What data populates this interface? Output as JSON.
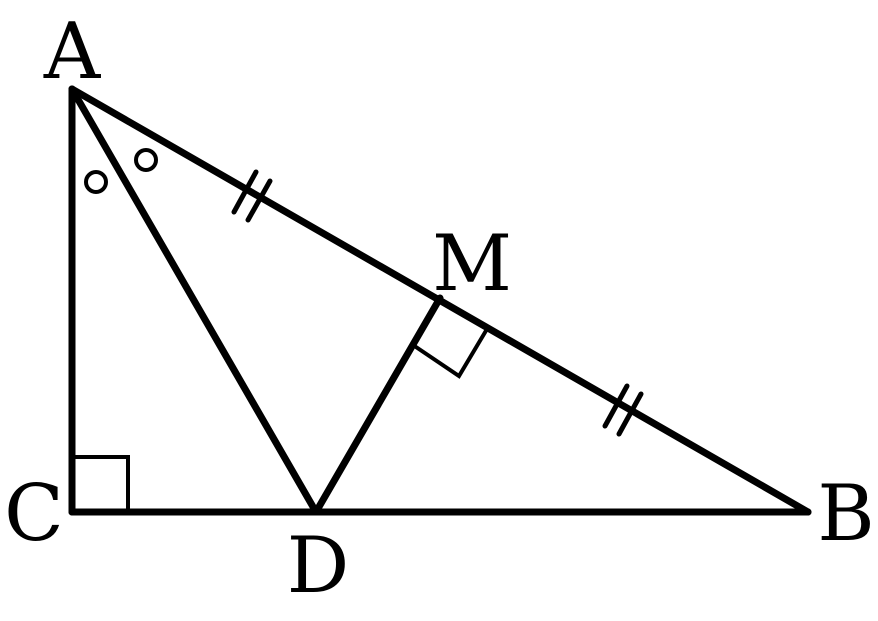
{
  "figure": {
    "points": {
      "A": "A",
      "B": "B",
      "C": "C",
      "D": "D",
      "M": "M"
    },
    "segments": [
      "AC",
      "CB",
      "AB",
      "AD",
      "DM"
    ],
    "right_angle_marks": [
      "C",
      "M"
    ],
    "equal_angle_marks": [
      "CAD",
      "DAB"
    ],
    "equal_length_marks": [
      "AM",
      "MB"
    ],
    "colors": {
      "stroke": "#000000",
      "background": "#ffffff"
    }
  }
}
